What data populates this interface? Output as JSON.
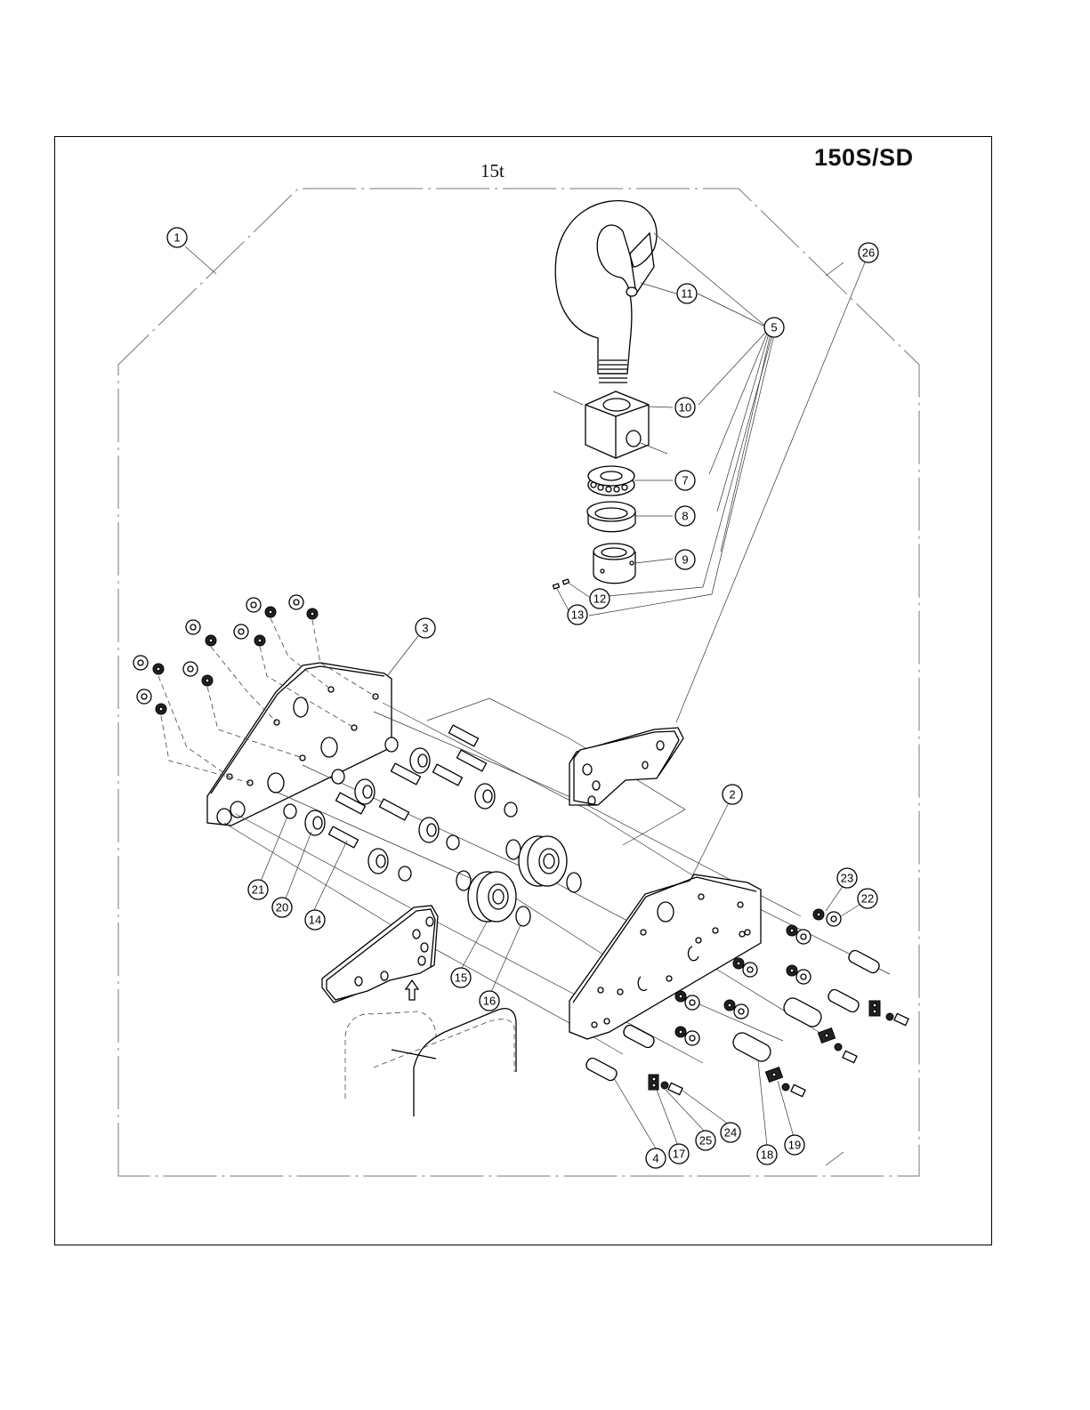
{
  "page": {
    "model": "150S/SD",
    "capacity": "15t"
  },
  "callouts": [
    {
      "id": "1",
      "label": "1"
    },
    {
      "id": "2",
      "label": "2"
    },
    {
      "id": "3",
      "label": "3"
    },
    {
      "id": "4",
      "label": "4"
    },
    {
      "id": "5",
      "label": "5"
    },
    {
      "id": "7",
      "label": "7"
    },
    {
      "id": "8",
      "label": "8"
    },
    {
      "id": "9",
      "label": "9"
    },
    {
      "id": "10",
      "label": "10"
    },
    {
      "id": "11",
      "label": "11"
    },
    {
      "id": "12",
      "label": "12"
    },
    {
      "id": "13",
      "label": "13"
    },
    {
      "id": "14",
      "label": "14"
    },
    {
      "id": "15",
      "label": "15"
    },
    {
      "id": "16",
      "label": "16"
    },
    {
      "id": "17",
      "label": "17"
    },
    {
      "id": "18",
      "label": "18"
    },
    {
      "id": "19",
      "label": "19"
    },
    {
      "id": "20",
      "label": "20"
    },
    {
      "id": "21",
      "label": "21"
    },
    {
      "id": "22",
      "label": "22"
    },
    {
      "id": "23",
      "label": "23"
    },
    {
      "id": "24",
      "label": "24"
    },
    {
      "id": "25",
      "label": "25"
    },
    {
      "id": "26",
      "label": "26"
    }
  ],
  "parts": {
    "hook": "hook",
    "hook_latch": "hook-latch",
    "crosshead": "crosshead-block",
    "thrust_bearing": "thrust-bearing",
    "bearing_cover": "bearing-cover",
    "hook_nut": "hook-nut",
    "side_plate_left": "side-plate",
    "side_plate_right": "side-plate",
    "sheave": "sheave",
    "snap_ring": "snap-ring",
    "pin": "pin",
    "lock_plate": "lock-plate",
    "bolt": "bolt",
    "washer": "washer",
    "nut": "nut",
    "spacer": "spacer",
    "stud": "stud",
    "yoke_plate": "yoke-plate",
    "hoist_body": "hoist-body"
  }
}
